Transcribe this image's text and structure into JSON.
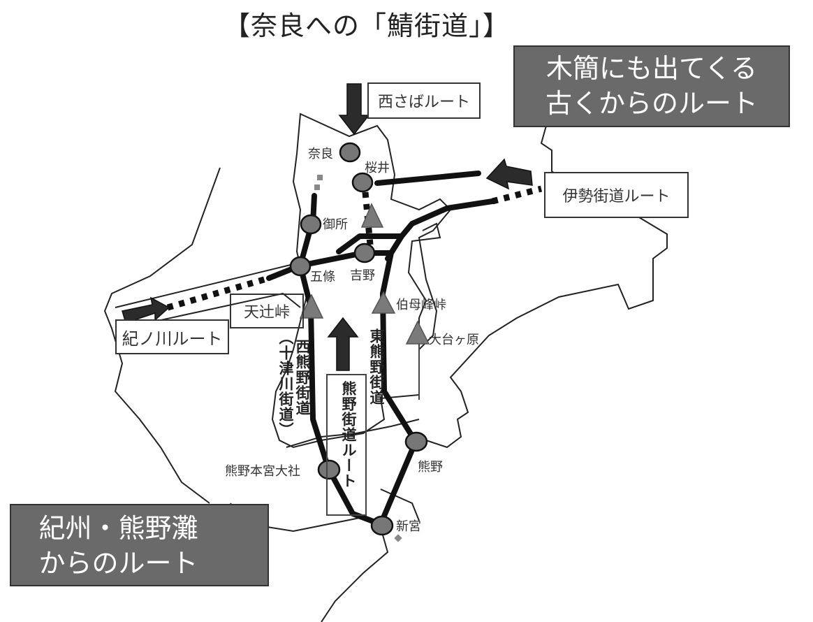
{
  "title": "【奈良への「鯖街道」】",
  "callouts": {
    "north_east": [
      "木簡にも出てくる",
      "古くからのルート"
    ],
    "south_west": [
      "紀州・熊野灘",
      "からのルート"
    ]
  },
  "route_boxes": {
    "nishi_saba": "西さばルート",
    "ise_kaido": "伊勢街道ルート",
    "kinokawa": "紀ノ川ルート",
    "tenjo_toge": "天辻峠",
    "kumano_kaido": "熊野街道ルート"
  },
  "road_labels": {
    "nishi_kumano": "西熊野街道",
    "totsukawa": "（十津川街道）",
    "higashi_kumano": "東熊野街道"
  },
  "places": {
    "nara": "奈良",
    "sakurai": "桜井",
    "gose": "御所",
    "gojo": "五條",
    "yoshino": "吉野",
    "obako_toge": "伯母峰峠",
    "odaigahara": "大台ヶ原",
    "kumano": "熊野",
    "kumano_hongu": "熊野本宮大社",
    "shingu": "新宮"
  },
  "colors": {
    "callout_fill": "#6a6a6a",
    "node_fill": "#777777",
    "route_line": "#111111",
    "arrow": "#2b2b2b",
    "border_line": "#222222"
  }
}
